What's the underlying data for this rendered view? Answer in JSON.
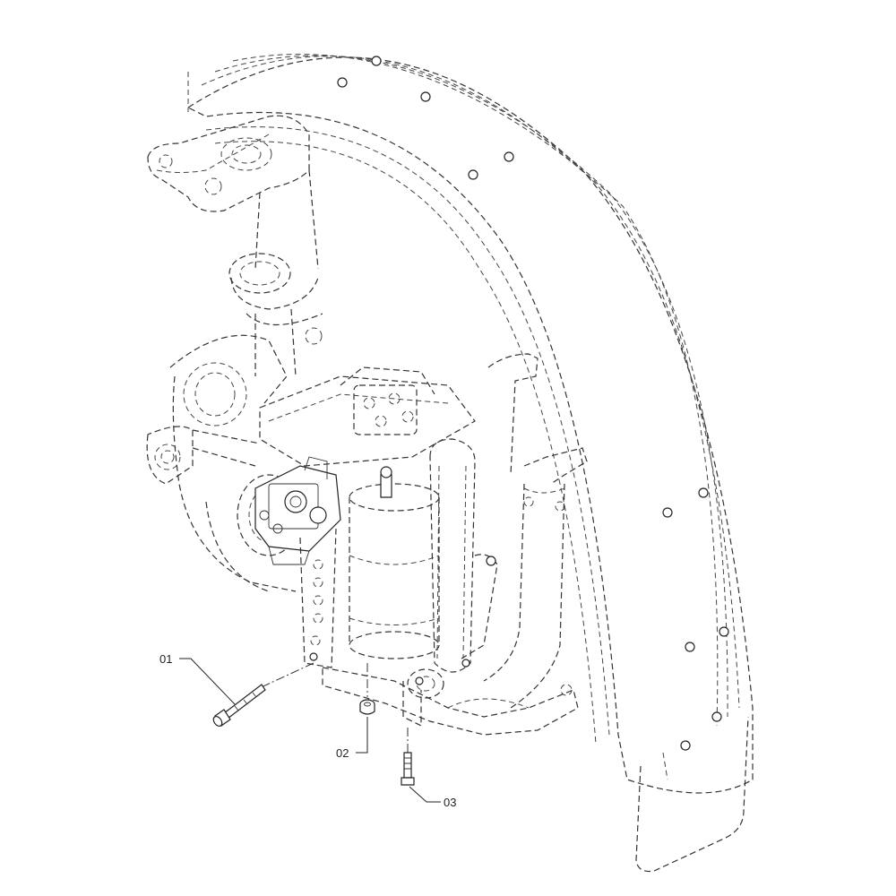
{
  "callouts": [
    {
      "id": "01",
      "label": "01"
    },
    {
      "id": "02",
      "label": "02"
    },
    {
      "id": "03",
      "label": "03"
    }
  ],
  "colors": {
    "line": "#222222",
    "background": "#ffffff"
  }
}
